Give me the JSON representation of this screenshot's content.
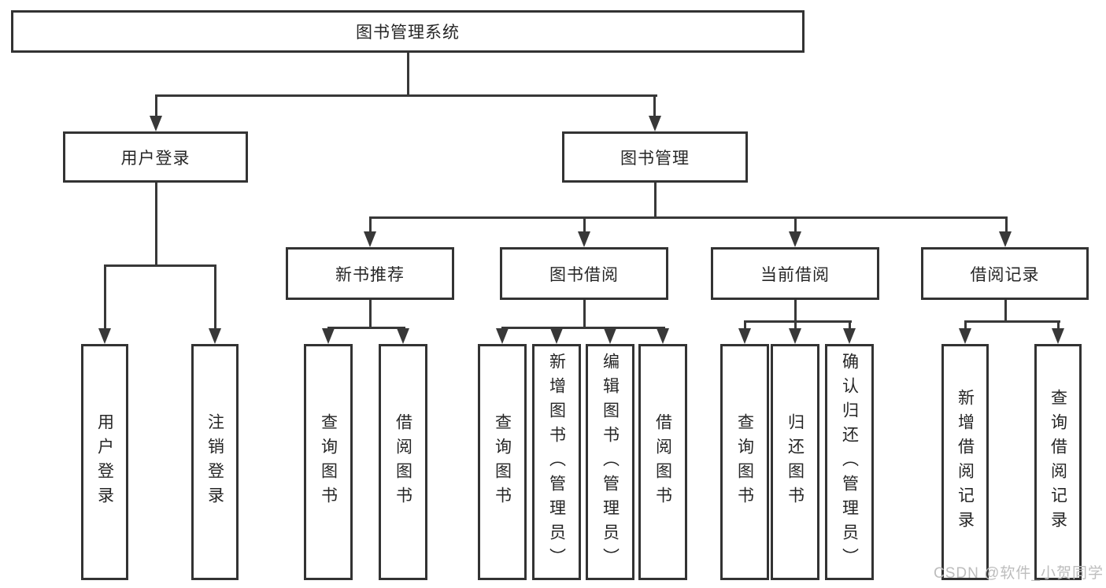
{
  "diagram": {
    "type": "hierarchy-tree",
    "root": {
      "label": "图书管理系统",
      "children": [
        {
          "label": "用户登录",
          "children": [
            {
              "label": "用户登录"
            },
            {
              "label": "注销登录"
            }
          ]
        },
        {
          "label": "图书管理",
          "children": [
            {
              "label": "新书推荐",
              "children": [
                {
                  "label": "查询图书"
                },
                {
                  "label": "借阅图书"
                }
              ]
            },
            {
              "label": "图书借阅",
              "children": [
                {
                  "label": "查询图书"
                },
                {
                  "label": "新增图书（管理员）"
                },
                {
                  "label": "编辑图书（管理员）"
                },
                {
                  "label": "借阅图书"
                }
              ]
            },
            {
              "label": "当前借阅",
              "children": [
                {
                  "label": "查询图书"
                },
                {
                  "label": "归还图书"
                },
                {
                  "label": "确认归还（管理员）"
                }
              ]
            },
            {
              "label": "借阅记录",
              "children": [
                {
                  "label": "新增借阅记录"
                },
                {
                  "label": "查询借阅记录"
                }
              ]
            }
          ]
        }
      ]
    }
  },
  "watermark": {
    "text": "CSDN @软件_小贺同学"
  },
  "colors": {
    "background": "#ffffff",
    "line": "#383838",
    "box_border": "#333333",
    "text": "#262626",
    "watermark": "#bdbdbd"
  }
}
